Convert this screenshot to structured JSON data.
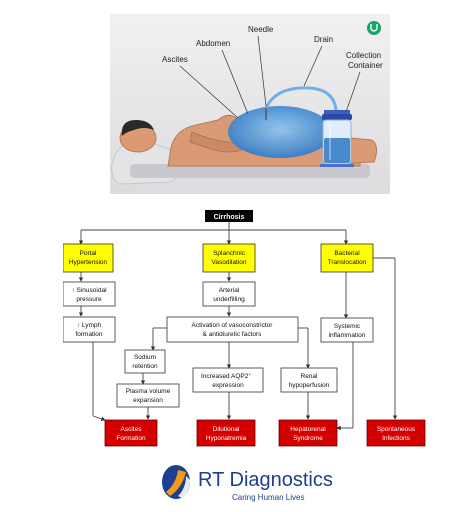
{
  "illustration": {
    "labels": {
      "needle": "Needle",
      "abdomen": "Abdomen",
      "ascites": "Ascites",
      "drain": "Drain",
      "collection_line1": "Collection",
      "collection_line2": "Container"
    }
  },
  "flowchart": {
    "root": "Cirrhosis",
    "yellow": {
      "portal": [
        "Portal",
        "Hypertension"
      ],
      "splanchnic": [
        "Splanchnic",
        "Vasodilation"
      ],
      "bacterial": [
        "Bacterial",
        "Translocation"
      ]
    },
    "white": {
      "sinusoidal": [
        "↑ Sinusoidal",
        "pressure"
      ],
      "lymph": [
        "↑ Lymph",
        "formation"
      ],
      "arterial": [
        "Arterial",
        "underfilling"
      ],
      "activation": [
        "Activation of vasoconstrictor",
        "& antidiuretic factors"
      ],
      "sodium": [
        "Sodium",
        "retention"
      ],
      "plasma": [
        "Plasma volume",
        "expansion"
      ],
      "aqp2": [
        "Increased AQP2",
        "expression"
      ],
      "aqp2_sup": "+",
      "renal": [
        "Renal",
        "hypoperfusion"
      ],
      "systemic": [
        "Systemic",
        "inflammation"
      ]
    },
    "red": {
      "ascites": [
        "Ascites",
        "Formation"
      ],
      "hyponatremia": [
        "Dilutional",
        "Hyponatremia"
      ],
      "hepatorenal": [
        "Hepatorenal",
        "Syndrome"
      ],
      "infections": [
        "Spontaneous",
        "Infections"
      ]
    }
  },
  "brand": {
    "name": "RT Diagnostics",
    "tagline": "Caring Human Lives"
  },
  "colors": {
    "yellow": "#ffff00",
    "red": "#d40000",
    "brand_blue": "#1d3f8f",
    "brand_orange": "#f39a1a",
    "fluid": "#3e8fd8",
    "skin": "#d99a74",
    "illu_bg": "#e9e9ea"
  }
}
